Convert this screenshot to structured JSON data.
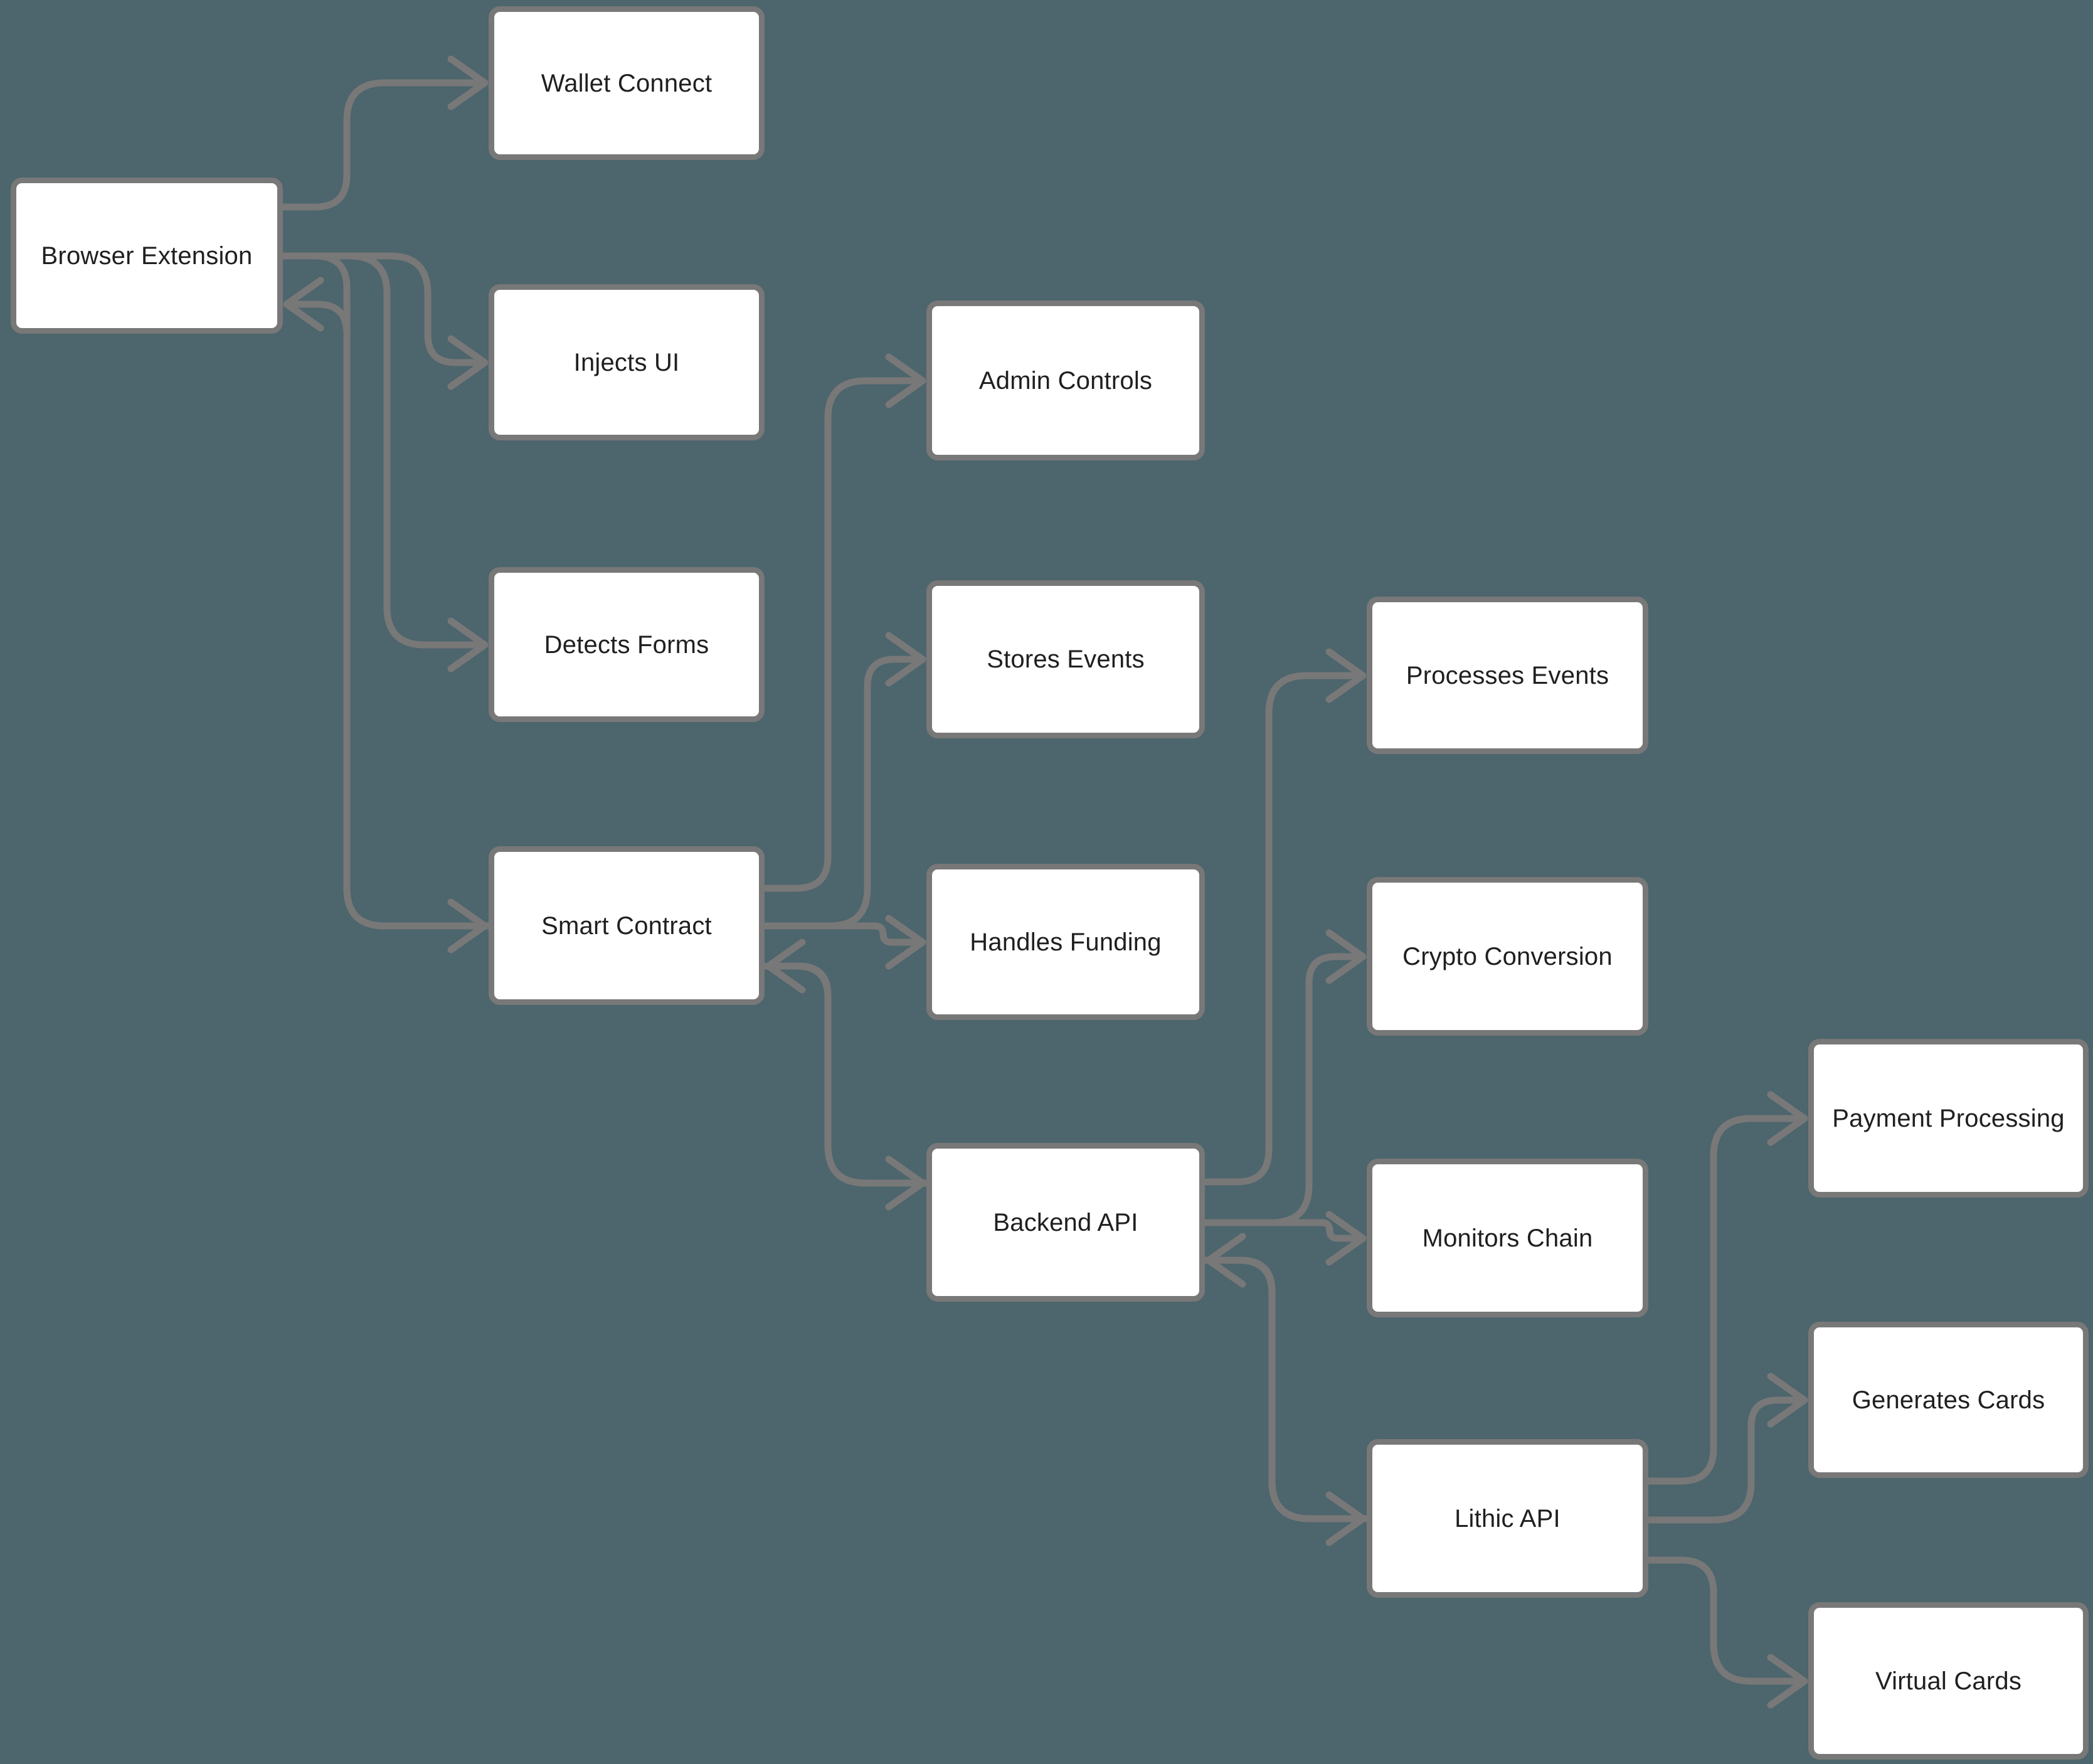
{
  "diagram": {
    "type": "flowchart",
    "direction": "left-to-right",
    "colors": {
      "background": "#4d656c",
      "node_fill": "#ffffff",
      "node_border": "#787878",
      "edge": "#787878",
      "text": "#1f1f1f"
    },
    "nodes": [
      {
        "id": "browser",
        "label": "Browser Extension"
      },
      {
        "id": "wallet",
        "label": "Wallet Connect"
      },
      {
        "id": "injects",
        "label": "Injects UI"
      },
      {
        "id": "detects",
        "label": "Detects Forms"
      },
      {
        "id": "smart",
        "label": "Smart Contract"
      },
      {
        "id": "admin",
        "label": "Admin Controls"
      },
      {
        "id": "stores",
        "label": "Stores Events"
      },
      {
        "id": "funding",
        "label": "Handles Funding"
      },
      {
        "id": "backend",
        "label": "Backend API"
      },
      {
        "id": "processes",
        "label": "Processes Events"
      },
      {
        "id": "crypto",
        "label": "Crypto Conversion"
      },
      {
        "id": "monitors",
        "label": "Monitors Chain"
      },
      {
        "id": "lithic",
        "label": "Lithic API"
      },
      {
        "id": "payment",
        "label": "Payment Processing"
      },
      {
        "id": "cards",
        "label": "Generates Cards"
      },
      {
        "id": "virtual",
        "label": "Virtual Cards"
      }
    ],
    "edges": [
      {
        "from": "browser",
        "to": "wallet"
      },
      {
        "from": "browser",
        "to": "injects"
      },
      {
        "from": "browser",
        "to": "detects"
      },
      {
        "from": "browser",
        "to": "smart"
      },
      {
        "from": "smart",
        "to": "browser"
      },
      {
        "from": "smart",
        "to": "admin"
      },
      {
        "from": "smart",
        "to": "stores"
      },
      {
        "from": "smart",
        "to": "funding"
      },
      {
        "from": "smart",
        "to": "backend"
      },
      {
        "from": "backend",
        "to": "smart"
      },
      {
        "from": "backend",
        "to": "processes"
      },
      {
        "from": "backend",
        "to": "crypto"
      },
      {
        "from": "backend",
        "to": "monitors"
      },
      {
        "from": "backend",
        "to": "lithic"
      },
      {
        "from": "lithic",
        "to": "backend"
      },
      {
        "from": "lithic",
        "to": "payment"
      },
      {
        "from": "lithic",
        "to": "cards"
      },
      {
        "from": "lithic",
        "to": "virtual"
      }
    ]
  }
}
